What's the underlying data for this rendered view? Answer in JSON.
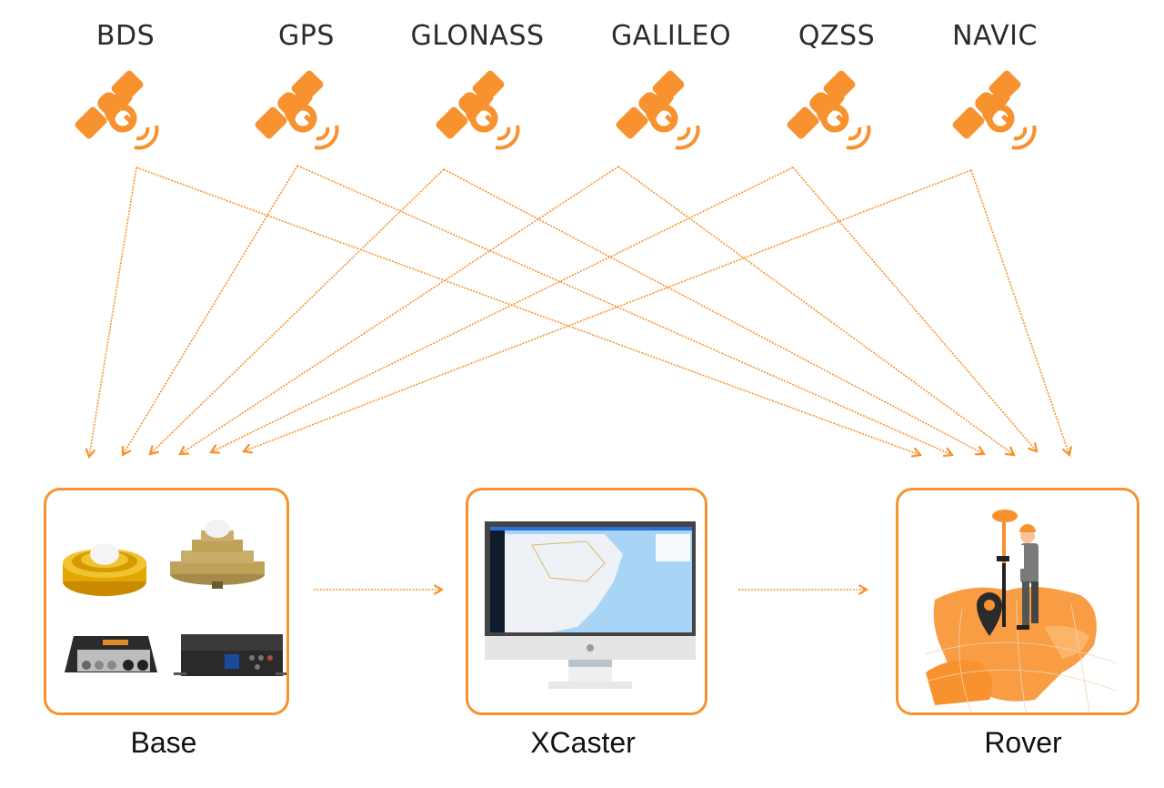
{
  "theme": {
    "accent": "#f7922f",
    "label_color": "#2b2b2b",
    "text_color": "#111111"
  },
  "satellites": [
    {
      "name": "BDS",
      "icon": "satellite-icon"
    },
    {
      "name": "GPS",
      "icon": "satellite-icon"
    },
    {
      "name": "GLONASS",
      "icon": "satellite-icon"
    },
    {
      "name": "GALILEO",
      "icon": "satellite-icon"
    },
    {
      "name": "QZSS",
      "icon": "satellite-icon"
    },
    {
      "name": "NAVIC",
      "icon": "satellite-icon"
    }
  ],
  "nodes": {
    "base": {
      "label": "Base",
      "illustration": "gnss-antennas-and-receivers"
    },
    "caster": {
      "label": "XCaster",
      "illustration": "monitor-with-map-dashboard"
    },
    "rover": {
      "label": "Rover",
      "illustration": "surveyor-with-gnss-pole-on-world-map"
    }
  },
  "connections": [
    {
      "from": "BDS",
      "to": [
        "Base",
        "Rover"
      ]
    },
    {
      "from": "GPS",
      "to": [
        "Base",
        "Rover"
      ]
    },
    {
      "from": "GLONASS",
      "to": [
        "Base",
        "Rover"
      ]
    },
    {
      "from": "GALILEO",
      "to": [
        "Base",
        "Rover"
      ]
    },
    {
      "from": "QZSS",
      "to": [
        "Base",
        "Rover"
      ]
    },
    {
      "from": "NAVIC",
      "to": [
        "Base",
        "Rover"
      ]
    },
    {
      "from": "Base",
      "to": [
        "XCaster"
      ]
    },
    {
      "from": "XCaster",
      "to": [
        "Rover"
      ]
    }
  ]
}
